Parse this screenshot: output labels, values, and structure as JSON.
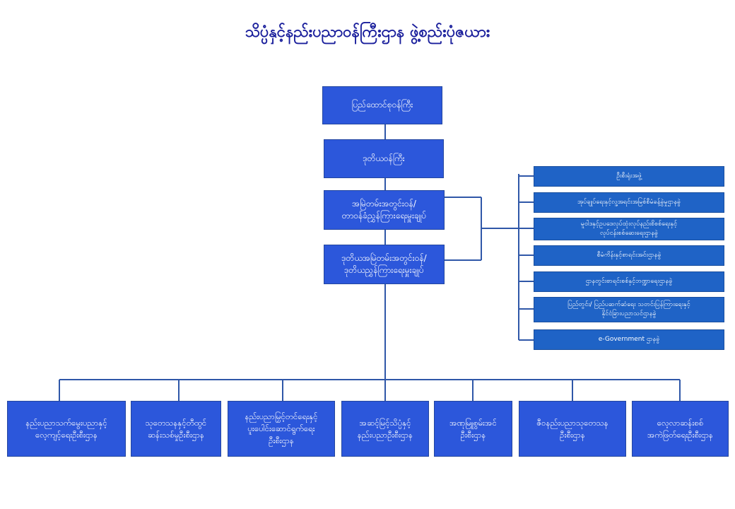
{
  "title": "သိပ္ပံနှင့်နည်းပညာဝန်ကြီးဌာန ဖွဲ့စည်းပုံဇယား",
  "hierarchy": [
    "ပြည်ထောင်စုဝန်ကြီး",
    "ဒုတိယဝန်ကြီး",
    "အမြဲတမ်းအတွင်းဝန်/\nတာဝန်ခံညွှန်ကြားရေးမှူးချုပ်",
    "ဒုတိယအမြဲတမ်းအတွင်းဝန်/\nဒုတိယညွှန်ကြားရေးမှူးချုပ်"
  ],
  "side_units": [
    "ဦးစီးရုံးအဖွဲ့",
    "အုပ်ချုပ်ရေးနှင့်လူ့အရင်းအမြစ်စီမံခန့်ခွဲမှုဌာနခွဲ",
    "မူဝါဒနှင့်ဥပဒေလုပ်ထုံးလုပ်နည်းစိစစ်ရေးနှင့်\nလုပ်ငန်းစစ်ဆေးရေးဌာနခွဲ",
    "စီမံကိန်းနှင့်စာရင်းအင်းဌာနခွဲ",
    "ဌာနတွင်းစာရင်းစစ်နှင့်ဘဏ္ဍာရေးဌာနခွဲ",
    "ပြည်တွင်း/ ပြည်ပဆက်ဆံရေး သတင်းပြန်ကြားရေးနှင့်\nနိုင်ငံခြားပညာသင်ဌာနခွဲ",
    "e-Government ဌာနခွဲ"
  ],
  "departments": [
    "နည်းပညာသက်မွေးပညာနှင့်\nလေ့ကျင့်ရေးဦးစီးဌာန",
    "သုတေသနနှင့်တီထွင်\nဆန်းသစ်မှုဦးစီးဌာန",
    "နည်းပညာမြှင့်တင်ရေးနှင့်\nပူးပေါင်းဆောင်ရွက်ရေး\nဦးစီးဌာန",
    "အဆင့်မြင့်သိပ္ပံနှင့်\nနည်းပညာဦးစီးဌာန",
    "အဏုမြူစွမ်းအင်\nဦးစီးဌာန",
    "ဇီဝနည်းပညာသုတေသန\nဦးစီးဌာန",
    "လေ့လာဆန်းစစ်\nအကဲဖြတ်ရေးဦးစီးဌာန"
  ],
  "colors": {
    "title": "#1a1f9c",
    "main_box": "#2c57db",
    "side_box": "#1f63c6",
    "connector": "#2f57a8"
  }
}
